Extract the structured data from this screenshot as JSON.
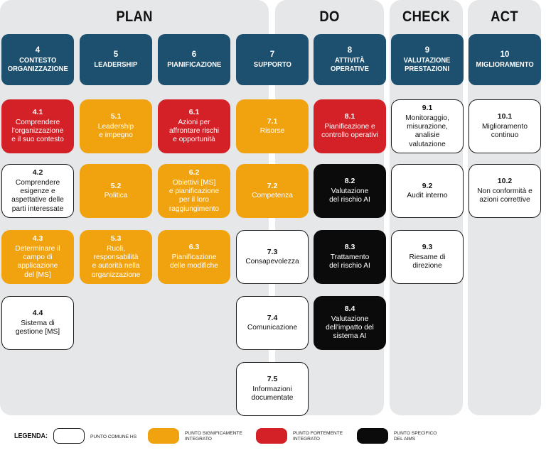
{
  "phases": [
    {
      "id": "plan",
      "label": "PLAN"
    },
    {
      "id": "do",
      "label": "DO"
    },
    {
      "id": "check",
      "label": "CHECK"
    },
    {
      "id": "act",
      "label": "ACT"
    }
  ],
  "columns": [
    {
      "number": "4",
      "title": "CONTESTO\nORGANIZZAZIONE",
      "items": [
        {
          "number": "4.1",
          "text": "Comprendere\nl'organizzazione\ne il suo contesto",
          "category": "forte"
        },
        {
          "number": "4.2",
          "text": "Comprendere\nesigenze e\naspettative delle\nparti interessate",
          "category": "comune"
        },
        {
          "number": "4.3",
          "text": "Determinare il\ncampo di\napplicazione\ndel [MS]",
          "category": "signif"
        },
        {
          "number": "4.4",
          "text": "Sistema di\ngestione [MS]",
          "category": "comune"
        }
      ]
    },
    {
      "number": "5",
      "title": "LEADERSHIP",
      "items": [
        {
          "number": "5.1",
          "text": "Leadership\ne impegno",
          "category": "signif"
        },
        {
          "number": "5.2",
          "text": "Politica",
          "category": "signif"
        },
        {
          "number": "5.3",
          "text": "Ruoli,\nresponsabilità\ne autorità nella\norganizzazione",
          "category": "signif"
        }
      ]
    },
    {
      "number": "6",
      "title": "PIANIFICAZIONE",
      "items": [
        {
          "number": "6.1",
          "text": "Azioni per\naffrontare rischi\ne opportunità",
          "category": "forte"
        },
        {
          "number": "6.2",
          "text": "Obiettivi [MS]\ne pianificazione\nper il loro\nraggiungimento",
          "category": "signif"
        },
        {
          "number": "6.3",
          "text": "Pianificazione\ndelle modifiche",
          "category": "signif"
        }
      ]
    },
    {
      "number": "7",
      "title": "SUPPORTO",
      "items": [
        {
          "number": "7.1",
          "text": "Risorse",
          "category": "signif"
        },
        {
          "number": "7.2",
          "text": "Competenza",
          "category": "signif"
        },
        {
          "number": "7.3",
          "text": "Consapevolezza",
          "category": "comune"
        },
        {
          "number": "7.4",
          "text": "Comunicazione",
          "category": "comune"
        },
        {
          "number": "7.5",
          "text": "Informazioni\ndocumentate",
          "category": "comune"
        }
      ]
    },
    {
      "number": "8",
      "title": "ATTIVITÀ\nOPERATIVE",
      "items": [
        {
          "number": "8.1",
          "text": "Pianificazione e\ncontrollo operativi",
          "category": "forte"
        },
        {
          "number": "8.2",
          "text": "Valutazione\ndel rischio AI",
          "category": "aims"
        },
        {
          "number": "8.3",
          "text": "Trattamento\ndel rischio AI",
          "category": "aims"
        },
        {
          "number": "8.4",
          "text": "Valutazione\ndell'impatto del\nsistema AI",
          "category": "aims"
        }
      ]
    },
    {
      "number": "9",
      "title": "VALUTAZIONE\nPRESTAZIONI",
      "items": [
        {
          "number": "9.1",
          "text": "Monitoraggio,\nmisurazione,\nanalisie\nvalutazione",
          "category": "comune"
        },
        {
          "number": "9.2",
          "text": "Audit interno",
          "category": "comune"
        },
        {
          "number": "9.3",
          "text": "Riesame di\ndirezione",
          "category": "comune"
        }
      ]
    },
    {
      "number": "10",
      "title": "MIGLIORAMENTO",
      "items": [
        {
          "number": "10.1",
          "text": "Miglioramento\ncontinuo",
          "category": "comune"
        },
        {
          "number": "10.2",
          "text": "Non conformità e\nazioni correttive",
          "category": "comune"
        }
      ]
    }
  ],
  "legend": {
    "title": "LEGENDA:",
    "items": [
      {
        "category": "comune",
        "label": "PUNTO COMUNE HS"
      },
      {
        "category": "signif",
        "label": "PUNTO SIGNIFICAMENTE\nINTEGRATO"
      },
      {
        "category": "forte",
        "label": "PUNTO FORTEMENTE\nINTEGRATO"
      },
      {
        "category": "aims",
        "label": "PUNTO SPECIFICO\nDEL AIMS"
      }
    ]
  },
  "colors": {
    "header": "#1d4f6e",
    "comune": "#ffffff",
    "signif": "#f0a20f",
    "forte": "#d42127",
    "aims": "#0b0b0b",
    "phase_bg": "#e6e7e8"
  }
}
